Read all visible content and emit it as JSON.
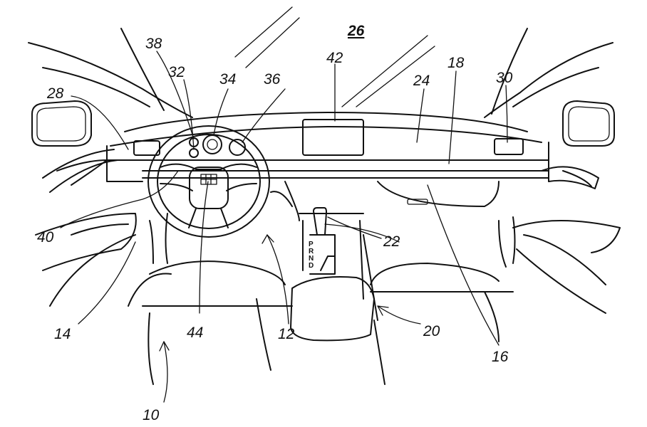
{
  "figure": {
    "labels": {
      "n26": "26",
      "n38": "38",
      "n32": "32",
      "n34": "34",
      "n36": "36",
      "n42": "42",
      "n18": "18",
      "n24": "24",
      "n30": "30",
      "n28": "28",
      "n40": "40",
      "n14": "14",
      "n44": "44",
      "n12": "12",
      "n22": "22",
      "n20": "20",
      "n16": "16",
      "n10": "10"
    },
    "gear_selector": [
      "P",
      "R",
      "N",
      "D"
    ]
  }
}
